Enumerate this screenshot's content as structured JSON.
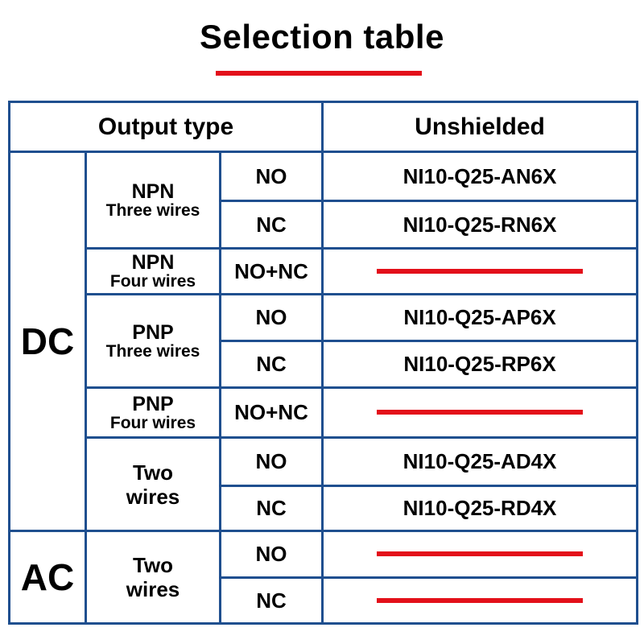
{
  "title": "Selection table",
  "colors": {
    "accent_red": "#e3101a",
    "border_blue": "#1f4f8f"
  },
  "header": {
    "output_type": "Output type",
    "unshielded": "Unshielded"
  },
  "groups": [
    {
      "label": "DC"
    },
    {
      "label": "AC"
    }
  ],
  "rows": [
    {
      "type_main": "NPN",
      "type_sub": "Three wires",
      "contact": "NO",
      "model": "NI10-Q25-AN6X"
    },
    {
      "contact": "NC",
      "model": "NI10-Q25-RN6X"
    },
    {
      "type_main": "NPN",
      "type_sub": "Four wires",
      "contact": "NO+NC",
      "model": null
    },
    {
      "type_main": "PNP",
      "type_sub": "Three wires",
      "contact": "NO",
      "model": "NI10-Q25-AP6X"
    },
    {
      "contact": "NC",
      "model": "NI10-Q25-RP6X"
    },
    {
      "type_main": "PNP",
      "type_sub": "Four wires",
      "contact": "NO+NC",
      "model": null
    },
    {
      "type_line1": "Two",
      "type_line2": "wires",
      "contact": "NO",
      "model": "NI10-Q25-AD4X"
    },
    {
      "contact": "NC",
      "model": "NI10-Q25-RD4X"
    },
    {
      "type_line1": "Two",
      "type_line2": "wires",
      "contact": "NO",
      "model": null
    },
    {
      "contact": "NC",
      "model": null
    }
  ]
}
